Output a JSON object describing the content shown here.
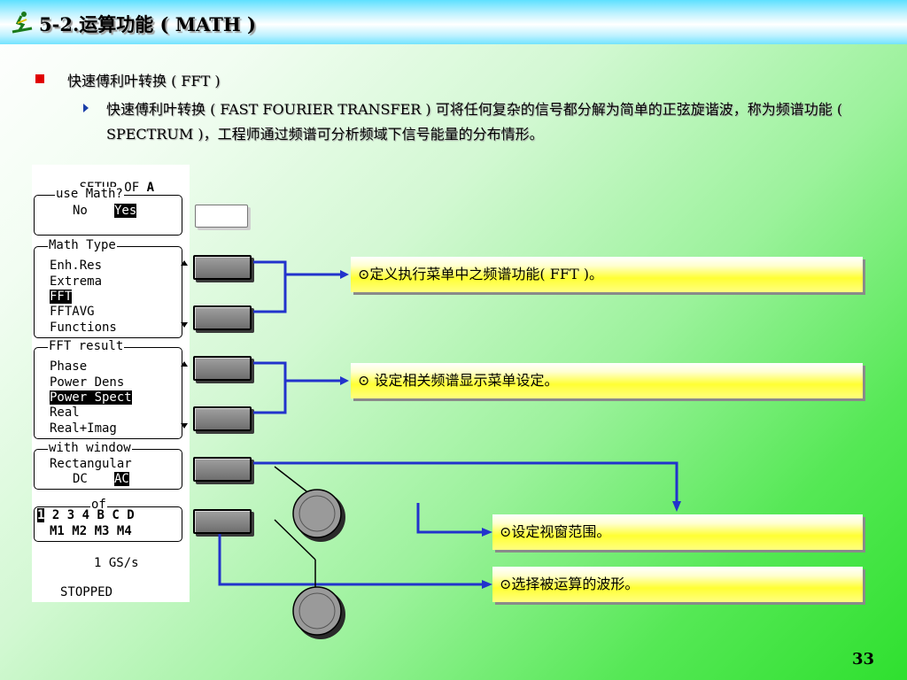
{
  "title": {
    "text": "5-2.运算功能 ( MATH )",
    "icon": "skier-icon"
  },
  "heading": "快速傅利叶转换 ( FFT )",
  "description": "快速傅利叶转换 ( FAST FOURIER TRANSFER ) 可将任何复杂的信号都分解为简单的正弦旋谐波，称为频谱功能 ( SPECTRUM )，工程师通过频谱可分析频域下信号能量的分布情形。",
  "scope_menu": {
    "setup_label": "SETUP OF",
    "setup_channel": "A",
    "use_math": {
      "legend": "use Math?",
      "no": "No",
      "yes": "Yes"
    },
    "math_type": {
      "legend": "Math Type",
      "items": [
        "Enh.Res",
        "Extrema",
        "FFT",
        "FFTAVG",
        "Functions"
      ]
    },
    "fft_result": {
      "legend": "FFT result",
      "items": [
        "Phase",
        "Power Dens",
        "Power Spect",
        "Real",
        "Real+Imag"
      ]
    },
    "with_window": {
      "legend": "with window",
      "type": "Rectangular",
      "dc": "DC",
      "ac": "AC"
    },
    "of": {
      "legend": "of",
      "sources": [
        "1",
        "2",
        "3",
        "4",
        "B",
        "C",
        "D"
      ],
      "math_sources": [
        "M1",
        "M2",
        "M3",
        "M4"
      ]
    },
    "sample_rate": "1 GS/s",
    "status": "STOPPED"
  },
  "callouts": {
    "fft": "⊙定义执行菜单中之频谱功能( FFT )。",
    "display": "⊙ 设定相关频谱显示菜单设定。",
    "window": "⊙设定视窗范围。",
    "source": "⊙选择被运算的波形。"
  },
  "page_number": "33",
  "colors": {
    "accent_line": "#2233cc",
    "bullet": "#e00000",
    "callout": "#ffff33"
  }
}
